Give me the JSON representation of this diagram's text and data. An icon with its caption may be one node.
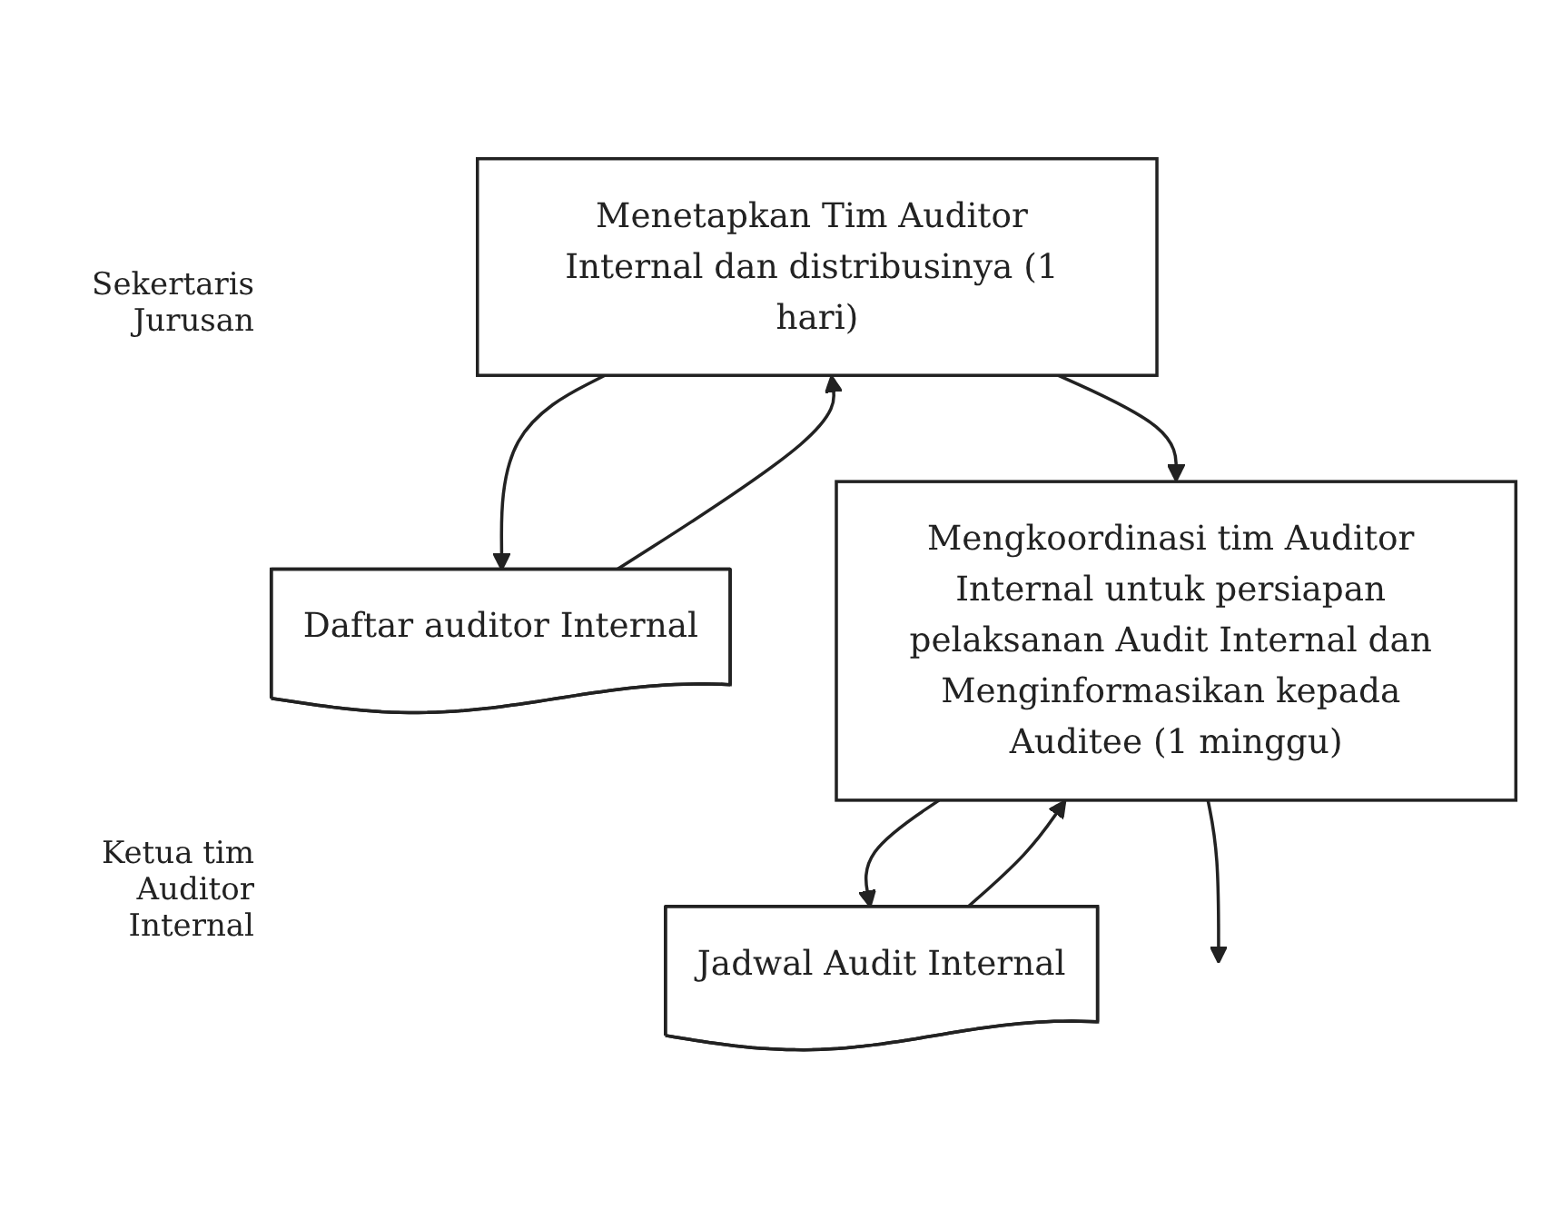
{
  "diagram": {
    "nodes": [
      {
        "text": [
          "Menetapkan Tim Auditor Internal dan distribusinya (1 hari)"
        ]
      },
      {
        "text": [
          "Daftar auditor Internal"
        ]
      },
      {
        "text": [
          "Mengkoordinasi tim Auditor Internal untuk persiapan pelaksanan Audit Internal dan Menginformasikan kepada Auditee (1 minggu)"
        ]
      },
      {
        "text": [
          "Jadwal Audit Internal"
        ]
      }
    ],
    "edges": [
      {
        "from": 0,
        "to": 1,
        "arrow": "to"
      },
      {
        "from": 1,
        "to": 0,
        "arrow": "to"
      },
      {
        "from": 0,
        "to": 2,
        "arrow": "to"
      },
      {
        "from": 2,
        "to": 3,
        "arrow": "to"
      },
      {
        "from": 3,
        "to": 2,
        "arrow": "to"
      },
      {
        "from": 2,
        "to": null,
        "arrow": "to"
      }
    ],
    "labels": [
      "Sekertaris Jurusan",
      "Ketua tim Auditor Internal"
    ]
  }
}
